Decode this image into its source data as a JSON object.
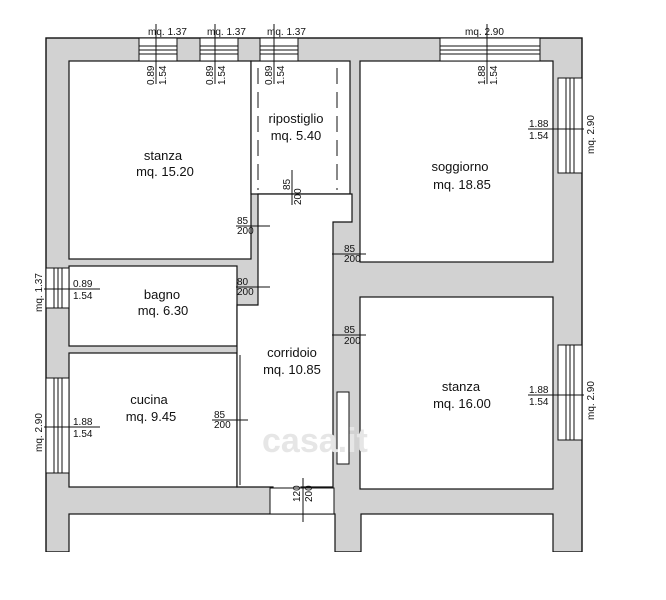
{
  "rooms": {
    "stanza_left": {
      "name": "stanza",
      "area": "mq. 15.20"
    },
    "ripostiglio": {
      "name": "ripostiglio",
      "area": "mq. 5.40"
    },
    "soggiorno": {
      "name": "soggiorno",
      "area": "mq. 18.85"
    },
    "bagno": {
      "name": "bagno",
      "area": "mq. 6.30"
    },
    "corridoio": {
      "name": "corridoio",
      "area": "mq. 10.85"
    },
    "stanza_right": {
      "name": "stanza",
      "area": "mq. 16.00"
    },
    "cucina": {
      "name": "cucina",
      "area": "mq. 9.45"
    }
  },
  "windows": {
    "top1": {
      "mq": "mq. 1.37",
      "w": "0.89",
      "h": "1.54"
    },
    "top2": {
      "mq": "mq. 1.37",
      "w": "0.89",
      "h": "1.54"
    },
    "top3": {
      "mq": "mq. 1.37",
      "w": "0.89",
      "h": "1.54"
    },
    "top4": {
      "mq": "mq. 2.90",
      "w": "1.88",
      "h": "1.54"
    },
    "right1": {
      "mq": "mq. 2.90",
      "w": "1.88",
      "h": "1.54"
    },
    "right2": {
      "mq": "mq. 2.90",
      "w": "1.88",
      "h": "1.54"
    },
    "left1": {
      "mq": "mq. 1.37",
      "w": "0.89",
      "h": "1.54"
    },
    "left2": {
      "mq": "mq. 2.90",
      "w": "1.88",
      "h": "1.54"
    }
  },
  "doors": {
    "ripostiglio": {
      "w": "85",
      "h": "200"
    },
    "stanza_left": {
      "w": "85",
      "h": "200"
    },
    "soggiorno": {
      "w": "85",
      "h": "200"
    },
    "bagno": {
      "w": "80",
      "h": "200"
    },
    "stanza_right": {
      "w": "85",
      "h": "200"
    },
    "cucina": {
      "w": "85",
      "h": "200"
    },
    "ingresso": {
      "w": "120",
      "h": "200"
    }
  },
  "watermark": "casa.it"
}
